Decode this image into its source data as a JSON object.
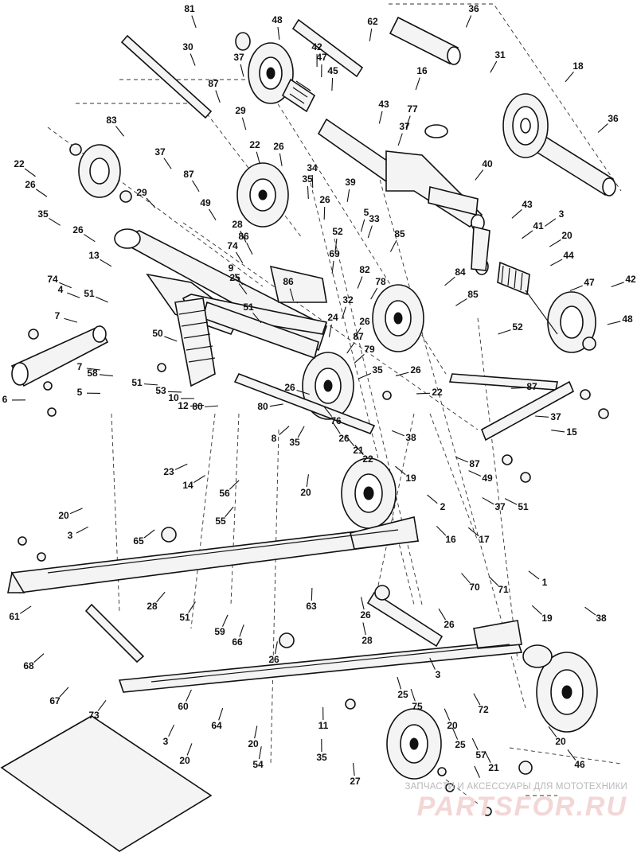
{
  "callouts": [
    {
      "n": "81"
    },
    {
      "n": "48"
    },
    {
      "n": "62"
    },
    {
      "n": "36"
    },
    {
      "n": "30"
    },
    {
      "n": "37"
    },
    {
      "n": "42"
    },
    {
      "n": "47"
    },
    {
      "n": "45"
    },
    {
      "n": "31"
    },
    {
      "n": "16"
    },
    {
      "n": "18"
    },
    {
      "n": "87"
    },
    {
      "n": "29"
    },
    {
      "n": "43"
    },
    {
      "n": "77"
    },
    {
      "n": "83"
    },
    {
      "n": "37"
    },
    {
      "n": "22"
    },
    {
      "n": "26"
    },
    {
      "n": "36"
    },
    {
      "n": "22"
    },
    {
      "n": "26"
    },
    {
      "n": "37"
    },
    {
      "n": "87"
    },
    {
      "n": "34"
    },
    {
      "n": "40"
    },
    {
      "n": "49"
    },
    {
      "n": "35"
    },
    {
      "n": "29"
    },
    {
      "n": "39"
    },
    {
      "n": "35"
    },
    {
      "n": "26"
    },
    {
      "n": "5"
    },
    {
      "n": "33"
    },
    {
      "n": "43"
    },
    {
      "n": "28"
    },
    {
      "n": "26"
    },
    {
      "n": "52"
    },
    {
      "n": "85"
    },
    {
      "n": "41"
    },
    {
      "n": "3"
    },
    {
      "n": "20"
    },
    {
      "n": "86"
    },
    {
      "n": "13"
    },
    {
      "n": "74"
    },
    {
      "n": "69"
    },
    {
      "n": "44"
    },
    {
      "n": "74"
    },
    {
      "n": "9"
    },
    {
      "n": "25"
    },
    {
      "n": "86"
    },
    {
      "n": "82"
    },
    {
      "n": "84"
    },
    {
      "n": "78"
    },
    {
      "n": "4"
    },
    {
      "n": "51"
    },
    {
      "n": "32"
    },
    {
      "n": "85"
    },
    {
      "n": "47"
    },
    {
      "n": "42"
    },
    {
      "n": "7"
    },
    {
      "n": "51"
    },
    {
      "n": "24"
    },
    {
      "n": "26"
    },
    {
      "n": "52"
    },
    {
      "n": "48"
    },
    {
      "n": "50"
    },
    {
      "n": "58"
    },
    {
      "n": "87"
    },
    {
      "n": "79"
    },
    {
      "n": "7"
    },
    {
      "n": "35"
    },
    {
      "n": "26"
    },
    {
      "n": "51"
    },
    {
      "n": "22"
    },
    {
      "n": "87"
    },
    {
      "n": "6"
    },
    {
      "n": "53"
    },
    {
      "n": "10"
    },
    {
      "n": "12"
    },
    {
      "n": "26"
    },
    {
      "n": "37"
    },
    {
      "n": "5"
    },
    {
      "n": "80"
    },
    {
      "n": "80"
    },
    {
      "n": "76"
    },
    {
      "n": "15"
    },
    {
      "n": "26"
    },
    {
      "n": "8"
    },
    {
      "n": "35"
    },
    {
      "n": "21"
    },
    {
      "n": "22"
    },
    {
      "n": "87"
    },
    {
      "n": "38"
    },
    {
      "n": "49"
    },
    {
      "n": "37"
    },
    {
      "n": "51"
    },
    {
      "n": "23"
    },
    {
      "n": "20"
    },
    {
      "n": "19"
    },
    {
      "n": "14"
    },
    {
      "n": "56"
    },
    {
      "n": "2"
    },
    {
      "n": "20"
    },
    {
      "n": "55"
    },
    {
      "n": "3"
    },
    {
      "n": "65"
    },
    {
      "n": "16"
    },
    {
      "n": "17"
    },
    {
      "n": "70"
    },
    {
      "n": "71"
    },
    {
      "n": "1"
    },
    {
      "n": "61"
    },
    {
      "n": "28"
    },
    {
      "n": "51"
    },
    {
      "n": "26"
    },
    {
      "n": "63"
    },
    {
      "n": "26"
    },
    {
      "n": "19"
    },
    {
      "n": "38"
    },
    {
      "n": "28"
    },
    {
      "n": "59"
    },
    {
      "n": "66"
    },
    {
      "n": "68"
    },
    {
      "n": "26"
    },
    {
      "n": "3"
    },
    {
      "n": "67"
    },
    {
      "n": "25"
    },
    {
      "n": "75"
    },
    {
      "n": "72"
    },
    {
      "n": "60"
    },
    {
      "n": "11"
    },
    {
      "n": "20"
    },
    {
      "n": "73"
    },
    {
      "n": "64"
    },
    {
      "n": "3"
    },
    {
      "n": "20"
    },
    {
      "n": "20"
    },
    {
      "n": "54"
    },
    {
      "n": "35"
    },
    {
      "n": "27"
    },
    {
      "n": "25"
    },
    {
      "n": "57"
    },
    {
      "n": "21"
    },
    {
      "n": "20"
    },
    {
      "n": "46"
    }
  ],
  "watermark": {
    "line1": "ЗАПЧАСТИ И АКСЕССУАРЫ ДЛЯ МОТОТЕХНИКИ",
    "logo": "PARTSFOR.RU"
  }
}
